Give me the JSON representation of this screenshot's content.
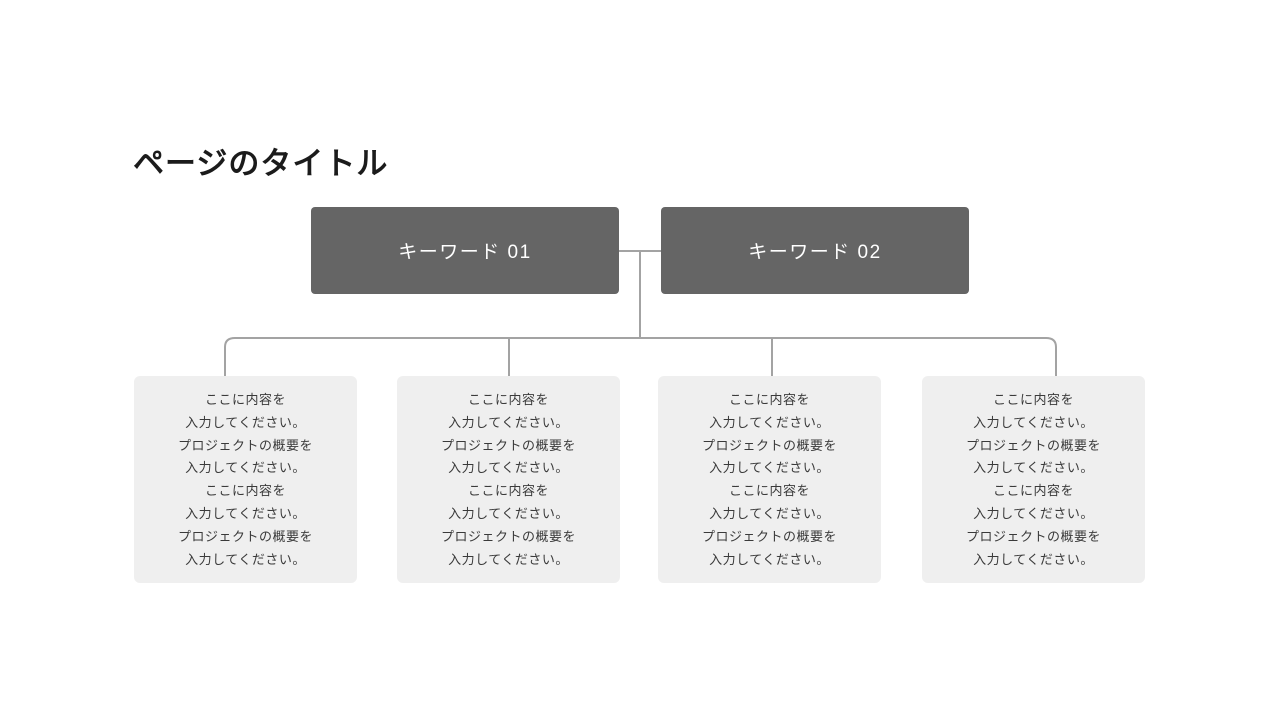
{
  "page": {
    "title": "ページのタイトル"
  },
  "keywords": [
    {
      "label": "キーワード 01"
    },
    {
      "label": "キーワード 02"
    }
  ],
  "content_boxes": [
    {
      "text": "ここに内容を\n入力してください。\nプロジェクトの概要を\n入力してください。\nここに内容を\n入力してください。\nプロジェクトの概要を\n入力してください。"
    },
    {
      "text": "ここに内容を\n入力してください。\nプロジェクトの概要を\n入力してください。\nここに内容を\n入力してください。\nプロジェクトの概要を\n入力してください。"
    },
    {
      "text": "ここに内容を\n入力してください。\nプロジェクトの概要を\n入力してください。\nここに内容を\n入力してください。\nプロジェクトの概要を\n入力してください。"
    },
    {
      "text": "ここに内容を\n入力してください。\nプロジェクトの概要を\n入力してください。\nここに内容を\n入力してください。\nプロジェクトの概要を\n入力してください。"
    }
  ],
  "colors": {
    "keyword_box_bg": "#656565",
    "keyword_text": "#ffffff",
    "content_box_bg": "#efefef",
    "content_text": "#3a3a3a",
    "connector_line": "#a3a3a3",
    "title_text": "#1b1b1b",
    "background": "#ffffff"
  }
}
